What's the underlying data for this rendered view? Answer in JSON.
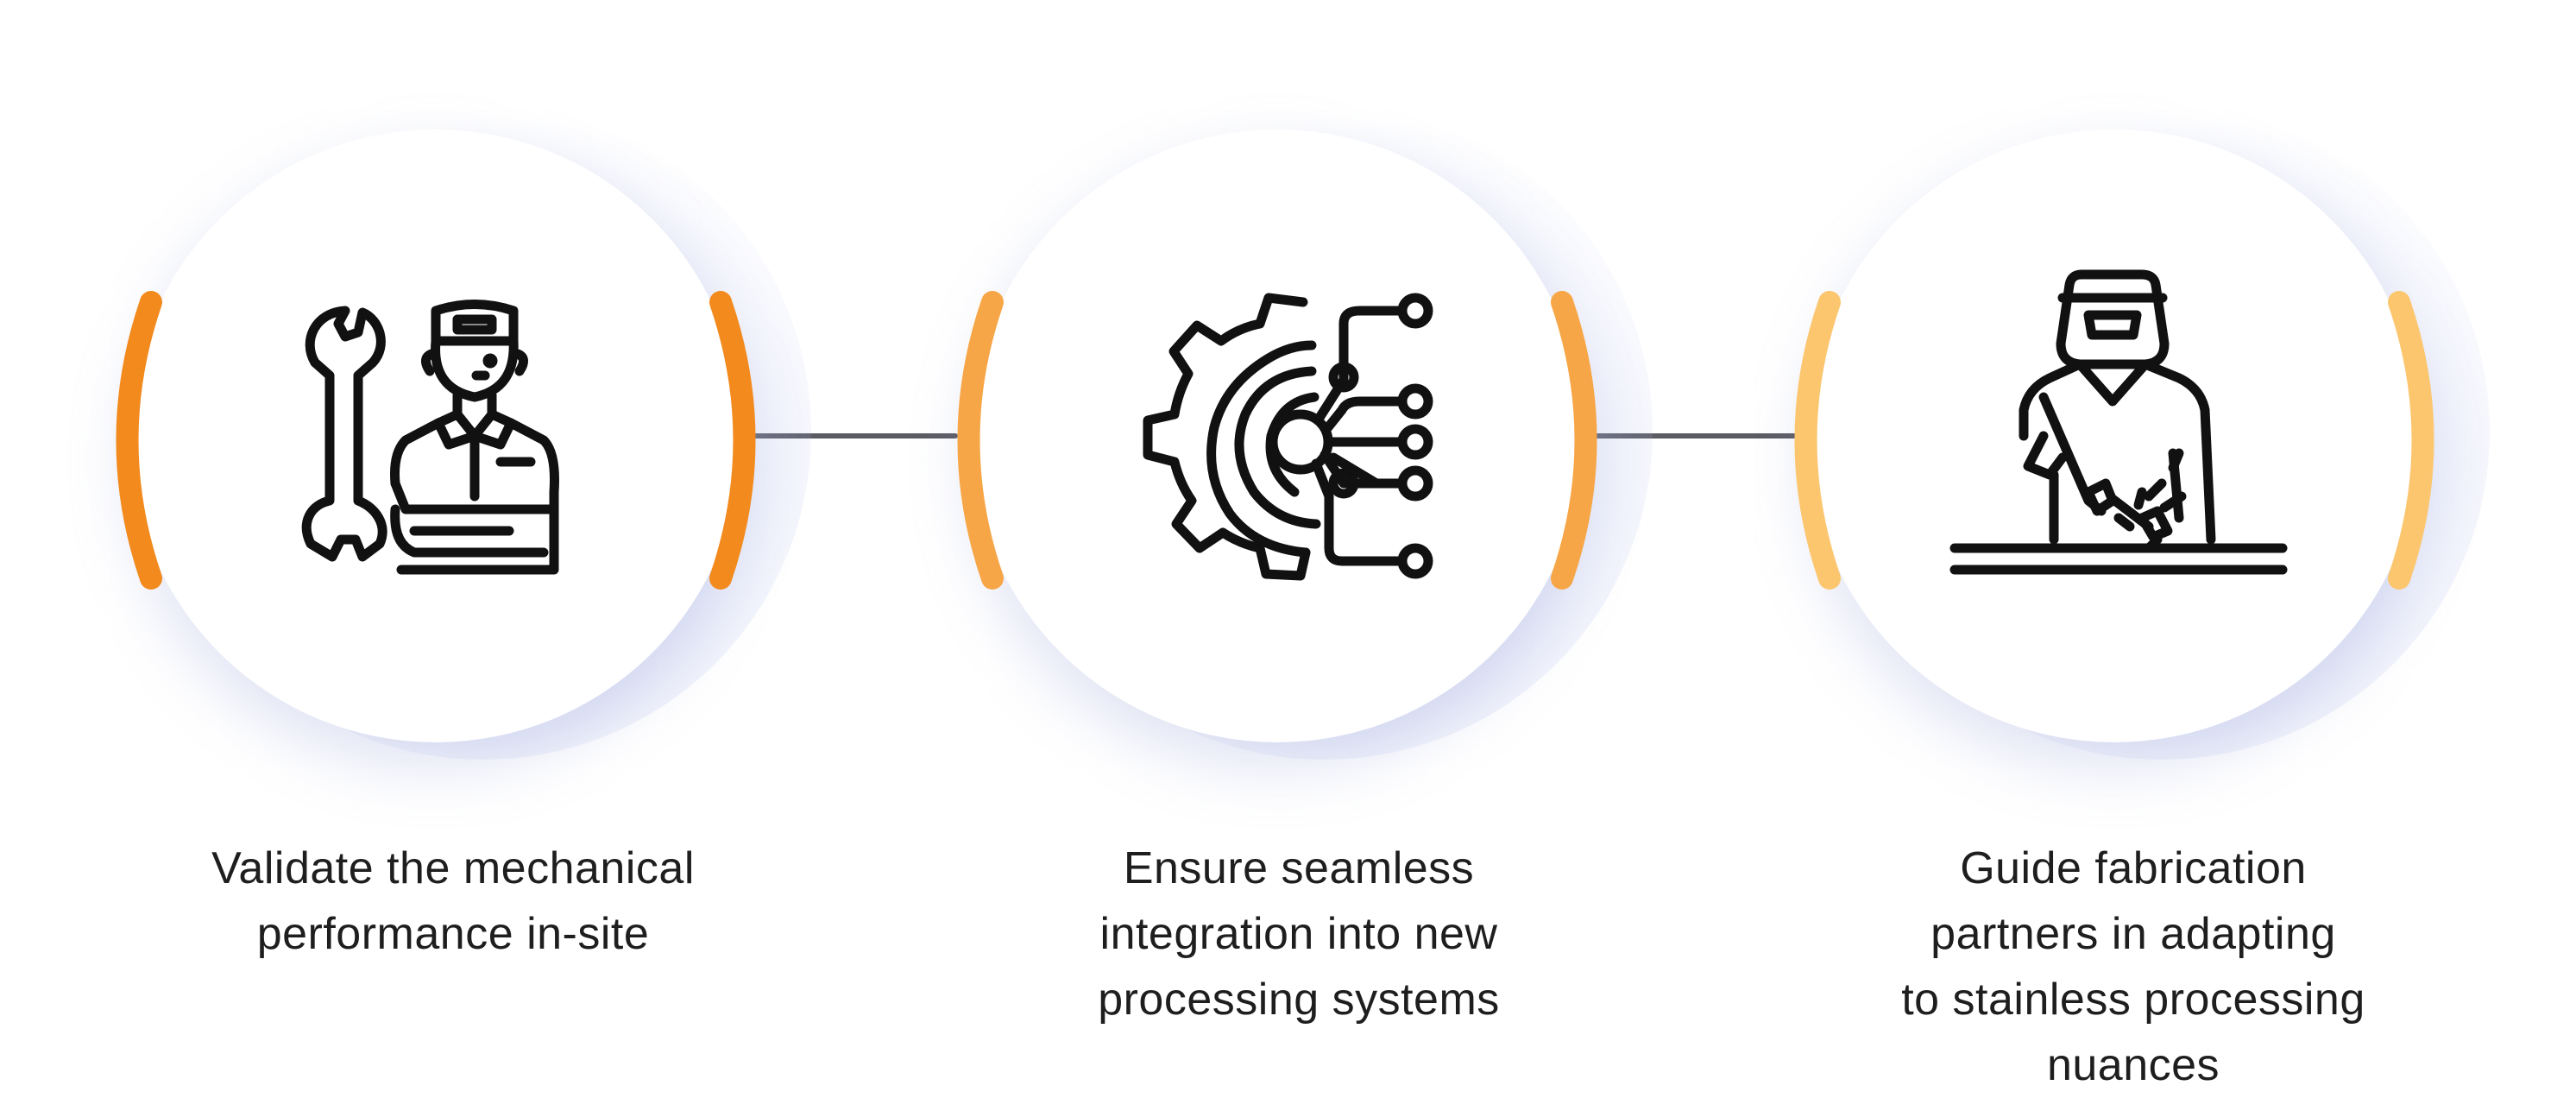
{
  "colors": {
    "connector": "#5b5b63",
    "stroke": "#111111",
    "step1_accent": "#f28a1e",
    "step2_accent": "#f7a647",
    "step3_accent": "#fcc66f"
  },
  "steps": [
    {
      "icon": "mechanic-with-wrench-icon",
      "caption_lines": [
        "Validate the mechanical",
        "performance in-site"
      ]
    },
    {
      "icon": "gear-circuit-icon",
      "caption_lines": [
        "Ensure seamless",
        "integration into new",
        "processing systems"
      ]
    },
    {
      "icon": "welder-icon",
      "caption_lines": [
        "Guide fabrication",
        "partners in adapting",
        "to stainless processing",
        "nuances"
      ]
    }
  ]
}
